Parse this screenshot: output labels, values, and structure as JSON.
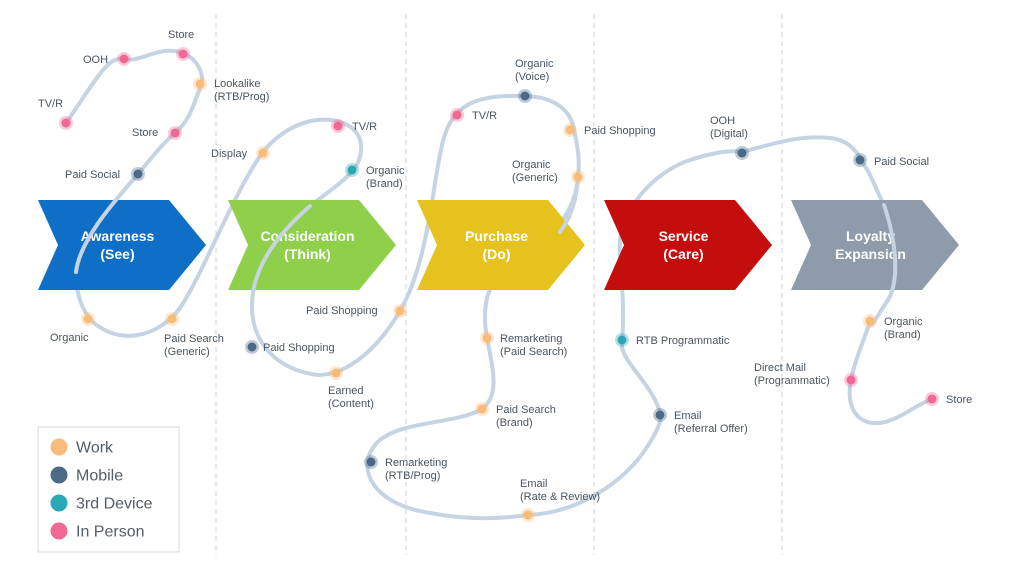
{
  "stages": [
    {
      "line1": "Awareness",
      "line2": "(See)",
      "color": "#0f6fc6"
    },
    {
      "line1": "Consideration",
      "line2": "(Think)",
      "color": "#8fcf4a"
    },
    {
      "line1": "Purchase",
      "line2": "(Do)",
      "color": "#e6c21e"
    },
    {
      "line1": "Service",
      "line2": "(Care)",
      "color": "#c40e0e"
    },
    {
      "line1": "Loyalty",
      "line2": "Expansion",
      "color": "#8f9aaa"
    }
  ],
  "legend": [
    {
      "key": "work",
      "label": "Work",
      "color": "#f7bc7a"
    },
    {
      "key": "mobile",
      "label": "Mobile",
      "color": "#4c6a87"
    },
    {
      "key": "device",
      "label": "3rd Device",
      "color": "#2aa8b6"
    },
    {
      "key": "person",
      "label": "In Person",
      "color": "#f06995"
    }
  ],
  "touchpoints": [
    {
      "lines": [
        "TV/R"
      ],
      "type": "person"
    },
    {
      "lines": [
        "OOH"
      ],
      "type": "person"
    },
    {
      "lines": [
        "Store"
      ],
      "type": "person"
    },
    {
      "lines": [
        "Lookalike",
        "(RTB/Prog)"
      ],
      "type": "work"
    },
    {
      "lines": [
        "Store"
      ],
      "type": "person"
    },
    {
      "lines": [
        "Paid Social"
      ],
      "type": "mobile"
    },
    {
      "lines": [
        "Organic"
      ],
      "type": "work"
    },
    {
      "lines": [
        "Paid Search",
        "(Generic)"
      ],
      "type": "work"
    },
    {
      "lines": [
        "Display"
      ],
      "type": "work"
    },
    {
      "lines": [
        "TV/R"
      ],
      "type": "person"
    },
    {
      "lines": [
        "Organic",
        "(Brand)"
      ],
      "type": "device"
    },
    {
      "lines": [
        "Paid Shopping"
      ],
      "type": "mobile"
    },
    {
      "lines": [
        "Earned",
        "(Content)"
      ],
      "type": "work"
    },
    {
      "lines": [
        "Paid Shopping"
      ],
      "type": "work"
    },
    {
      "lines": [
        "TV/R"
      ],
      "type": "person"
    },
    {
      "lines": [
        "Organic",
        "(Voice)"
      ],
      "type": "mobile"
    },
    {
      "lines": [
        "Paid Shopping"
      ],
      "type": "work"
    },
    {
      "lines": [
        "Organic",
        "(Generic)"
      ],
      "type": "work"
    },
    {
      "lines": [
        "Remarketing",
        "(Paid Search)"
      ],
      "type": "work"
    },
    {
      "lines": [
        "Paid Search",
        "(Brand)"
      ],
      "type": "work"
    },
    {
      "lines": [
        "Remarketing",
        "(RTB/Prog)"
      ],
      "type": "mobile"
    },
    {
      "lines": [
        "Email",
        "(Rate & Review)"
      ],
      "type": "work"
    },
    {
      "lines": [
        "RTB Programmatic"
      ],
      "type": "device"
    },
    {
      "lines": [
        "Email",
        "(Referral Offer)"
      ],
      "type": "mobile"
    },
    {
      "lines": [
        "OOH",
        "(Digital)"
      ],
      "type": "mobile"
    },
    {
      "lines": [
        "Paid Social"
      ],
      "type": "mobile"
    },
    {
      "lines": [
        "Organic",
        "(Brand)"
      ],
      "type": "work"
    },
    {
      "lines": [
        "Direct Mail",
        "(Programmatic)"
      ],
      "type": "person"
    },
    {
      "lines": [
        "Store"
      ],
      "type": "person"
    }
  ],
  "colors": {
    "path": "#c6d3e2",
    "divider": "#cfd4d8",
    "legend_border": "#d5d9dd"
  }
}
